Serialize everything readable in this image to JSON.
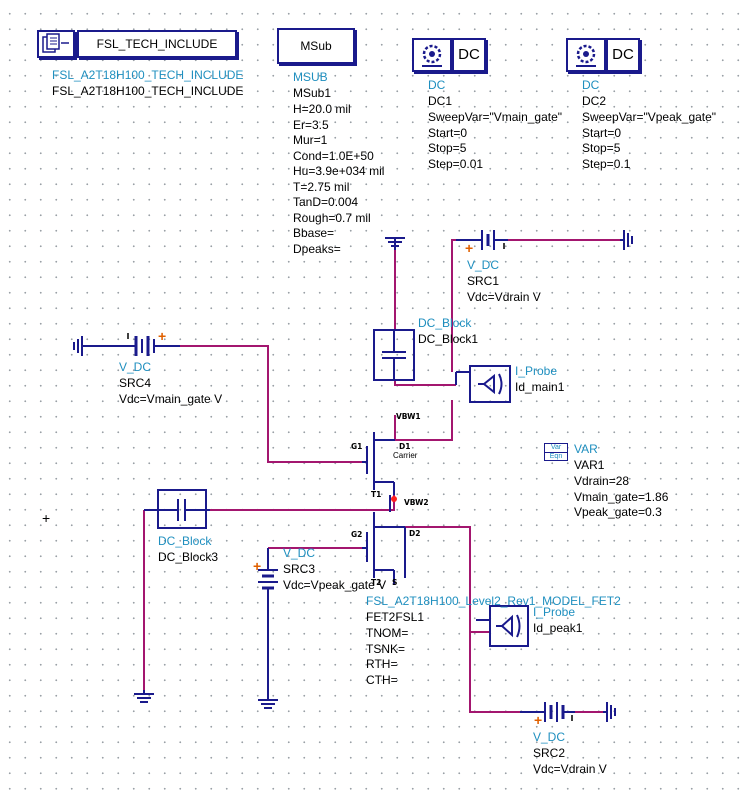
{
  "colors": {
    "wire": "#a3166f",
    "component": "#1a1a8c",
    "name_text": "#1f8fbf",
    "param_text": "#000000",
    "polarity": "#e06000"
  },
  "tech_include": {
    "label": "FSL_TECH_INCLUDE",
    "type": "FSL_A2T18H100_TECH_INCLUDE",
    "name": "FSL_A2T18H100_TECH_INCLUDE",
    "icon": "document-stack-icon"
  },
  "msub": {
    "label": "MSub",
    "type": "MSUB",
    "name": "MSub1",
    "params": [
      "H=20.0 mil",
      "Er=3.5",
      "Mur=1",
      "Cond=1.0E+50",
      "Hu=3.9e+034 mil",
      "T=2.75 mil",
      "TanD=0.004",
      "Rough=0.7 mil",
      "Bbase=",
      "Dpeaks="
    ]
  },
  "dc1": {
    "label": "DC",
    "type": "DC",
    "name": "DC1",
    "params": [
      "SweepVar=\"Vmain_gate\"",
      "Start=0",
      "Stop=5",
      "Step=0.01"
    ],
    "icon": "gear-icon"
  },
  "dc2": {
    "label": "DC",
    "type": "DC",
    "name": "DC2",
    "params": [
      "SweepVar=\"Vpeak_gate\"",
      "Start=0",
      "Stop=5",
      "Step=0.1"
    ],
    "icon": "gear-icon"
  },
  "src1": {
    "type": "V_DC",
    "name": "SRC1",
    "value": "Vdc=Vdrain V",
    "polarity": "+"
  },
  "src2": {
    "type": "V_DC",
    "name": "SRC2",
    "value": "Vdc=Vdrain V",
    "polarity": "+"
  },
  "src3": {
    "type": "V_DC",
    "name": "SRC3",
    "value": "Vdc=Vpeak_gate V",
    "polarity": "+"
  },
  "src4": {
    "type": "V_DC",
    "name": "SRC4",
    "value": "Vdc=Vmain_gate V",
    "polarity": "+"
  },
  "dc_block1": {
    "type": "DC_Block",
    "name": "DC_Block1"
  },
  "dc_block3": {
    "type": "DC_Block",
    "name": "DC_Block3"
  },
  "probe_main": {
    "type": "I_Probe",
    "name": "Id_main1"
  },
  "probe_peak": {
    "type": "I_Probe",
    "name": "Id_peak1"
  },
  "var": {
    "icon_top": "Var",
    "icon_bottom": "Eqn",
    "type": "VAR",
    "name": "VAR1",
    "params": [
      "Vdrain=28",
      "Vmain_gate=1.86",
      "Vpeak_gate=0.3"
    ]
  },
  "fet": {
    "model": "FSL_A2T18H100_Level2_Rev1_MODEL_FET2",
    "name": "FET2FSL1",
    "params": [
      "TNOM=",
      "TSNK=",
      "RTH=",
      "CTH="
    ],
    "carrier_label": "Carrier",
    "pins": {
      "vbw1": "VBW1",
      "g1": "G1",
      "d1": "D1",
      "t1": "T1",
      "vbw2": "VBW2",
      "g2": "G2",
      "d2": "D2",
      "t2": "T2",
      "s": "S"
    }
  }
}
